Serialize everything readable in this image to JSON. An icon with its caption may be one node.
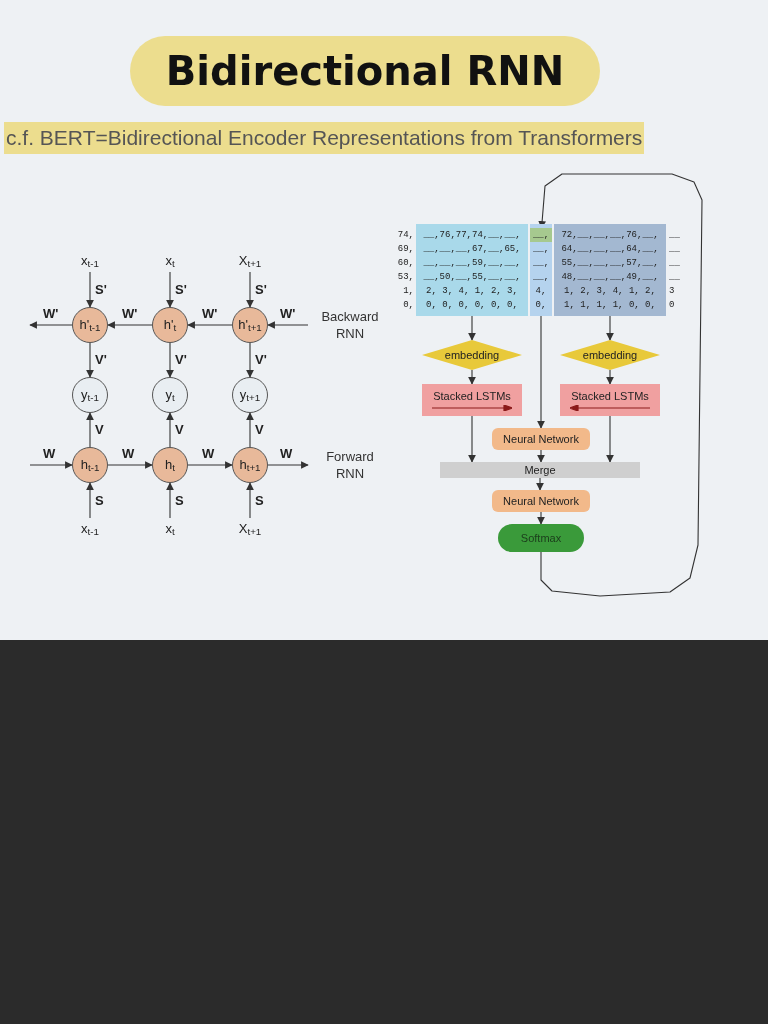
{
  "diagram": {
    "title": "Bidirectional RNN",
    "nodes": [
      {
        "text": [
          "x$_{t-1}$"
        ]
      },
      {
        "text": [
          "x$_{t}$"
        ]
      },
      {
        "text": [
          "X$_{t+1}$"
        ]
      },
      {
        "text": [
          "h'$_{t-1}$"
        ]
      },
      {
        "text": [
          "h'$_{t}$"
        ]
      },
      {
        "text": [
          "h'$_{t+1}$"
        ]
      },
      {
        "text": [
          "y$_{t-1}$"
        ]
      },
      {
        "text": [
          "y$_{t}$"
        ]
      },
      {
        "text": [
          "y$_{t+1}$"
        ]
      },
      {
        "text": [
          "h$_{t-1}$"
        ]
      },
      {
        "text": [
          "h$_{t}$"
        ]
      },
      {
        "text": [
          "h$_{t+1}$"
        ]
      },
      {
        "text": [
          "x$_{t-1}$"
        ]
      },
      {
        "text": [
          "x$_{t}$"
        ]
      },
      {
        "text": [
          "X$_{t+1}$"
        ]
      },
      {
        "text": [
          "__,76,77,74,__,__,",
          "__,__,__,67,__,65,",
          "__,__,__,59,__,__,",
          "__,50,__,55,__,__,",
          "2, 3, 4, 1, 2, 3,",
          "0, 0, 0, 0, 0, 0,"
        ],
        "beside": [
          "74,",
          "69,",
          "60,",
          "53,",
          "1,",
          "0,"
        ]
      },
      {
        "text": [
          "__,",
          "__,",
          "__,",
          "4,",
          "0,"
        ]
      },
      {
        "text": [
          "__,"
        ],
        "in": 16
      },
      {
        "text": [
          "72,__,__,__,76,__,",
          "64,__,__,__,64,__,",
          "55,__,__,__,57,__,",
          "48,__,__,__,49,__,",
          "1, 2, 3, 4, 1, 2,",
          "1, 1, 1, 1, 0, 0,"
        ],
        "beside": [
          "__",
          "__",
          "__",
          "__",
          "3",
          "0"
        ]
      },
      {
        "text": [
          "embedding"
        ]
      },
      {
        "text": [
          "embedding"
        ]
      },
      {
        "text": [
          "Stacked LSTMs"
        ]
      },
      {
        "text": [
          "Stacked LSTMs"
        ]
      },
      {
        "text": [
          "Neural Network"
        ]
      },
      {
        "text": [
          "Merge"
        ]
      },
      {
        "text": [
          "Neural Network"
        ]
      },
      {
        "text": [
          "Softmax"
        ]
      }
    ],
    "edges": [
      {
        "from": 0,
        "to": 3,
        "arrow": "to",
        "label": "S'"
      },
      {
        "from": 1,
        "to": 4,
        "arrow": "to",
        "label": "S'"
      },
      {
        "from": 2,
        "to": 5,
        "arrow": "to",
        "label": "S'"
      },
      {
        "from": null,
        "to": 5,
        "arrow": "to",
        "label": "W'"
      },
      {
        "from": 5,
        "to": 4,
        "arrow": "to",
        "label": "W'"
      },
      {
        "from": 4,
        "to": 3,
        "arrow": "to",
        "label": "W'"
      },
      {
        "from": 3,
        "to": null,
        "arrow": "to",
        "label": "W'"
      },
      {
        "from": 3,
        "to": 6,
        "arrow": "to",
        "label": "V'"
      },
      {
        "from": 4,
        "to": 7,
        "arrow": "to",
        "label": "V'"
      },
      {
        "from": 5,
        "to": 8,
        "arrow": "to",
        "label": "V'"
      },
      {
        "from": 9,
        "to": 6,
        "arrow": "to",
        "label": "V"
      },
      {
        "from": 10,
        "to": 7,
        "arrow": "to",
        "label": "V"
      },
      {
        "from": 11,
        "to": 8,
        "arrow": "to",
        "label": "V"
      },
      {
        "from": null,
        "to": 9,
        "arrow": "to",
        "label": "W"
      },
      {
        "from": 9,
        "to": 10,
        "arrow": "to",
        "label": "W"
      },
      {
        "from": 10,
        "to": 11,
        "arrow": "to",
        "label": "W"
      },
      {
        "from": 11,
        "to": null,
        "arrow": "to",
        "label": "W"
      },
      {
        "from": 12,
        "to": 9,
        "arrow": "to",
        "label": "S"
      },
      {
        "from": 13,
        "to": 10,
        "arrow": "to",
        "label": "S"
      },
      {
        "from": 14,
        "to": 11,
        "arrow": "to",
        "label": "S"
      },
      {
        "from": 15,
        "to": 19,
        "arrow": "to"
      },
      {
        "from": 19,
        "to": 21,
        "arrow": "to"
      },
      {
        "from": 21,
        "to": 24,
        "arrow": "to"
      },
      {
        "from": 16,
        "to": 23,
        "arrow": "to"
      },
      {
        "from": 23,
        "to": 24,
        "arrow": "to"
      },
      {
        "from": 18,
        "to": 20,
        "arrow": "to"
      },
      {
        "from": 20,
        "to": 22,
        "arrow": "to"
      },
      {
        "from": 22,
        "to": 24,
        "arrow": "to"
      },
      {
        "from": 24,
        "to": 25,
        "arrow": "to"
      },
      {
        "from": 25,
        "to": 26,
        "arrow": "to"
      },
      {
        "from": 26,
        "to": 17,
        "arrow": "to"
      }
    ],
    "labels": [
      "c.f. BERT=Bidirectional Encoder Representations from Transformers",
      "Backward RNN",
      "Forward RNN"
    ]
  }
}
